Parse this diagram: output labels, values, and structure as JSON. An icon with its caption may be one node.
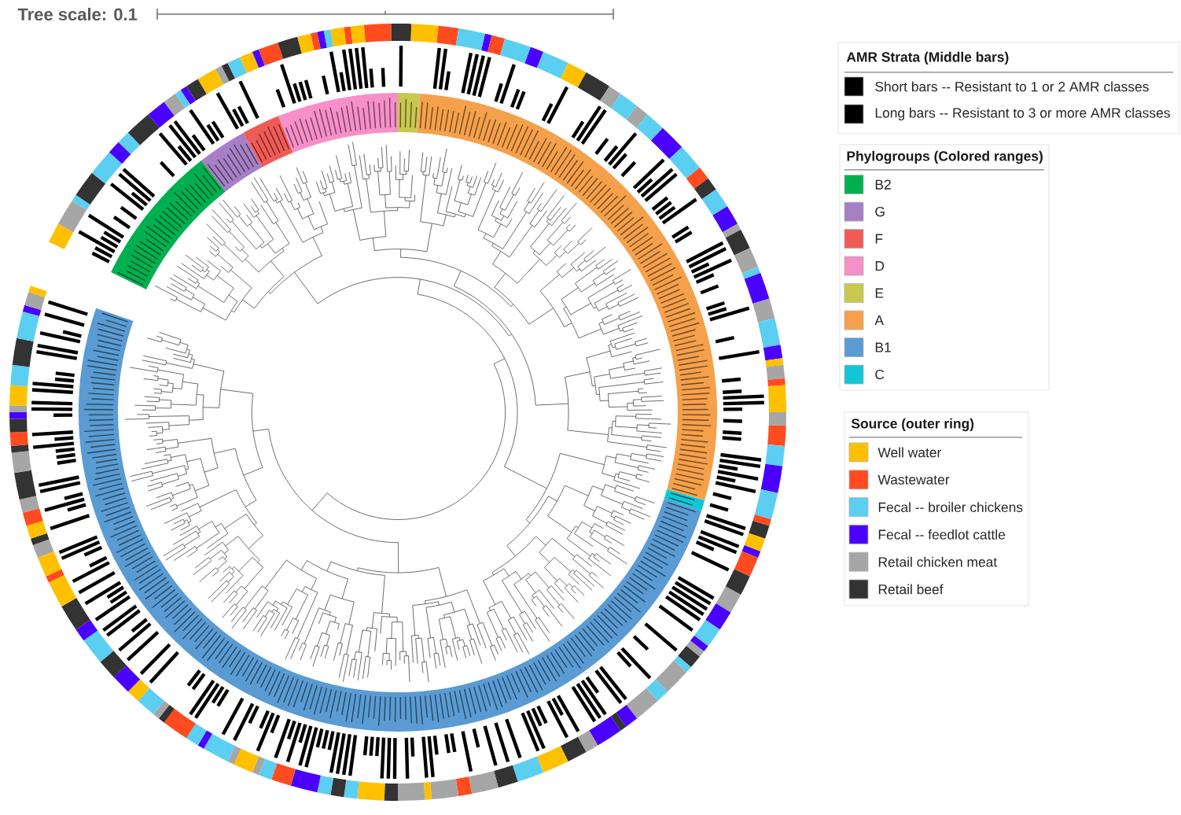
{
  "diagram": {
    "labels": [
      "Tree scale: 0.1",
      "AMR Strata (Middle bars)",
      "Phylogroups (Colored ranges)",
      "Source (outer ring)"
    ],
    "legend": [
      {
        "text": "Short bars -- Resistant to 1 or 2 AMR classes",
        "color": "#000000"
      },
      {
        "text": "Long bars -- Resistant to 3 or more AMR classes",
        "color": "#000000"
      },
      {
        "text": "B2",
        "color": "#00b050"
      },
      {
        "text": "G",
        "color": "#a67fc6"
      },
      {
        "text": "F",
        "color": "#f15b55"
      },
      {
        "text": "D",
        "color": "#f78fc9"
      },
      {
        "text": "E",
        "color": "#c9c84e"
      },
      {
        "text": "A",
        "color": "#f5a04b"
      },
      {
        "text": "B1",
        "color": "#5a9bd3"
      },
      {
        "text": "C",
        "color": "#12c6d6"
      },
      {
        "text": "Well water",
        "color": "#ffc000"
      },
      {
        "text": "Wastewater",
        "color": "#ff4b1f"
      },
      {
        "text": "Fecal -- broiler chickens",
        "color": "#5bcff2"
      },
      {
        "text": "Fecal -- feedlot cattle",
        "color": "#4a00ff"
      },
      {
        "text": "Retail chicken meat",
        "color": "#a6a6a6"
      },
      {
        "text": "Retail beef",
        "color": "#333333"
      }
    ]
  }
}
